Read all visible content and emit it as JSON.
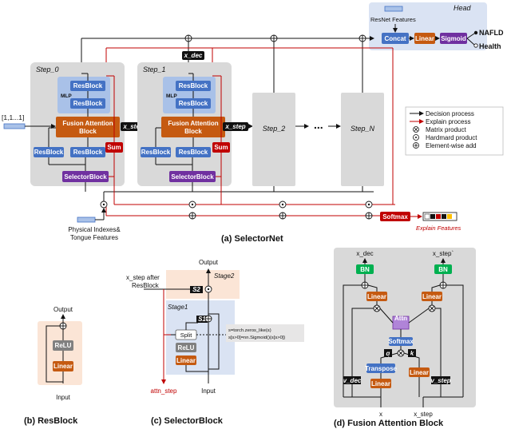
{
  "colors": {
    "blue": "#4472c4",
    "blue_light": "#a9c1e8",
    "orange": "#c55a11",
    "purple": "#7030a0",
    "red": "#c00000",
    "black": "#111111",
    "gray_panel": "#d9d9d9",
    "peach_panel": "#fbe5d6",
    "head_panel": "#dae3f3"
  },
  "head": {
    "title": "Head",
    "resnet_features": "ResNet Features",
    "concat": "Concat",
    "linear": "Linear",
    "sigmoid": "Sigmoid",
    "out_nafld": "NAFLD",
    "out_health": "Health"
  },
  "selectornet": {
    "input_label": "[1,1...1]",
    "step0": "Step_0",
    "step1": "Step_1",
    "step2": "Step_2",
    "stepN": "Step_N",
    "ellipsis": "...",
    "resblock": "ResBlock",
    "mlp": "MLP",
    "fusion_line1": "Fusion Attention",
    "fusion_line2": "Block",
    "sum": "Sum",
    "selector_block": "SelectorBlock",
    "x_step": "x_step",
    "x_dec": "x_dec",
    "softmax": "Softmax",
    "explain_features": "Explain Features",
    "physical_line1": "Physical Indexes&",
    "physical_line2": "Tongue Features",
    "caption": "(a) SelectorNet"
  },
  "legend": {
    "decision": "Decision process",
    "explain": "Explain process",
    "matrix": "Matrix product",
    "hadamard": "Hardmard product",
    "add": "Element-wise add"
  },
  "resblock_fig": {
    "output": "Output",
    "relu": "ReLU",
    "linear": "Linear",
    "input": "Input",
    "caption": "(b) ResBlock"
  },
  "selector_fig": {
    "output": "Output",
    "xstep_line1": "x_step after",
    "xstep_line2": "ResBlock",
    "stage2": "Stage2",
    "stage1": "Stage1",
    "s2": "S2",
    "s1": "S1",
    "split": "Split",
    "relu": "ReLU",
    "linear": "Linear",
    "code_line1": "s=torch.zeros_like(s)",
    "code_line2": "s[s>0]=nn.Sigmoid()(s[s>0])",
    "attn_step": "attn_step",
    "input": "Input",
    "caption": "(c) SelectorBlock"
  },
  "fusion_fig": {
    "x_dec": "x_dec",
    "x_step_out": "x_step`",
    "bn": "BN",
    "linear": "Linear",
    "attn": "Attn",
    "softmax": "Softmax",
    "q": "q",
    "k": "k",
    "transpose": "Transpose",
    "v_dec": "v_dec",
    "v_step": "v_step",
    "x": "x",
    "x_step": "x_step",
    "caption": "(d) Fusion Attention Block"
  }
}
